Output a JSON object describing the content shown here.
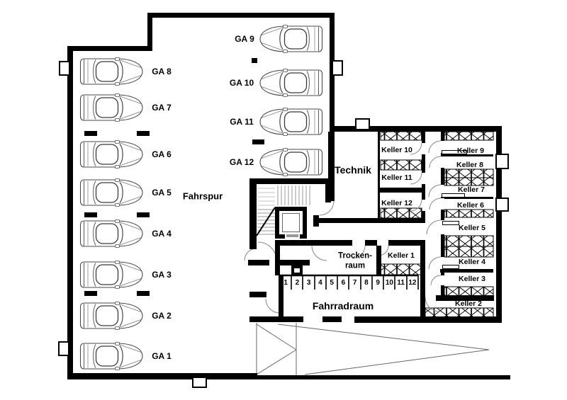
{
  "plan": {
    "title": "basement-floor-plan",
    "fahrspur": "Fahrspur",
    "technik": "Technik",
    "trocken_line1": "Trocken-",
    "trocken_line2": "raum",
    "fahrradraum": "Fahrradraum",
    "keller1": "Keller 1",
    "garage_left": [
      "GA 8",
      "GA 7",
      "GA 6",
      "GA 5",
      "GA 4",
      "GA 3",
      "GA 2",
      "GA 1"
    ],
    "garage_top": [
      "GA 9",
      "GA 10",
      "GA 11",
      "GA 12"
    ],
    "keller_left": [
      "Keller 10",
      "Keller 11",
      "Keller 12"
    ],
    "keller_right": [
      "Keller 9",
      "Keller 8",
      "Keller 7",
      "Keller 6",
      "Keller 5",
      "Keller 4",
      "Keller 3",
      "Keller 2"
    ],
    "bike_slots": [
      "1",
      "2",
      "3",
      "4",
      "5",
      "6",
      "7",
      "8",
      "9",
      "10",
      "11",
      "12"
    ],
    "colors": {
      "wall": "#000000",
      "background": "#ffffff",
      "tread": "#999999",
      "door_arc": "#888888"
    }
  }
}
